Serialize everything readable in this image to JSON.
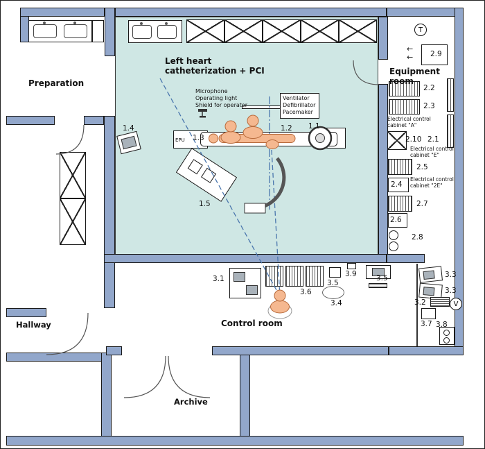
{
  "rooms": {
    "preparation": "Preparation",
    "cath_lab": "Left heart catheterization + PCI",
    "equipment": "Equipment room",
    "hallway": "Hallway",
    "control": "Control room",
    "archive": "Archive"
  },
  "annotations": {
    "microphone": "Microphone",
    "operating_light": "Operating light",
    "shield": "Shield for operator",
    "ventilator": "Ventilator",
    "defibrillator": "Defibrillator",
    "pacemaker": "Pacemaker",
    "epu": "EPU",
    "cabinet_a": "Electrical control cabinet \"A\"",
    "cabinet_e": "Electrical control cabinet \"E\"",
    "cabinet_2e": "Electrical control cabinet \"2E\""
  },
  "symbols": {
    "t": "T",
    "v": "V"
  },
  "icons": {
    "airflow_arrow": "←"
  },
  "items": {
    "1_1": "1.1",
    "1_2": "1.2",
    "1_3": "1.3",
    "1_4": "1.4",
    "1_5": "1.5",
    "2_1": "2.1",
    "2_2": "2.2",
    "2_3": "2.3",
    "2_4": "2.4",
    "2_5": "2.5",
    "2_6": "2.6",
    "2_7": "2.7",
    "2_8": "2.8",
    "2_9": "2.9",
    "2_10": "2.10",
    "3_1": "3.1",
    "3_2": "3.2",
    "3_3": "3.3",
    "3_4": "3.4",
    "3_5": "3.5",
    "3_6": "3.6",
    "3_7": "3.7",
    "3_8": "3.8",
    "3_9": "3.9"
  },
  "colors": {
    "wall": "#92A7CB",
    "cath_lab_floor": "#CFE7E4",
    "figure": "#F5B890",
    "guide_line": "#4A76AD"
  }
}
